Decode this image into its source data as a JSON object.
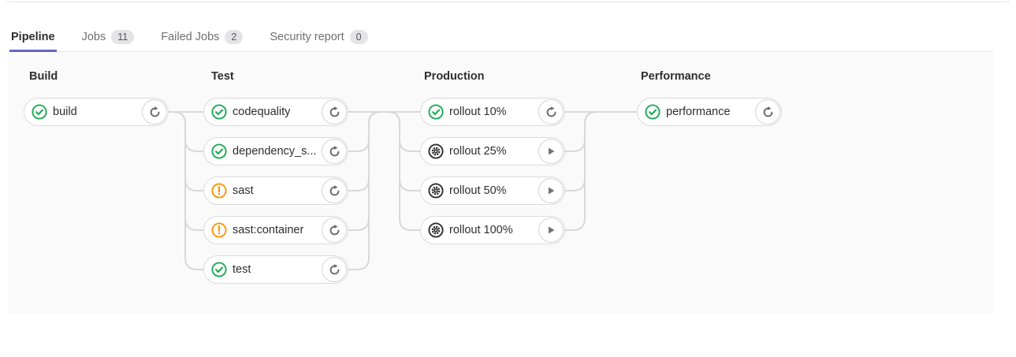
{
  "tabs": [
    {
      "label": "Pipeline",
      "active": true
    },
    {
      "label": "Jobs",
      "badge": "11",
      "active": false
    },
    {
      "label": "Failed Jobs",
      "badge": "2",
      "active": false
    },
    {
      "label": "Security report",
      "badge": "0",
      "active": false
    }
  ],
  "stages": [
    {
      "title": "Build",
      "jobs": [
        {
          "name": "build",
          "status": "success",
          "status_icon": "status-success-icon",
          "action": "retry",
          "action_icon": "retry-icon"
        }
      ]
    },
    {
      "title": "Test",
      "jobs": [
        {
          "name": "codequality",
          "status": "success",
          "status_icon": "status-success-icon",
          "action": "retry",
          "action_icon": "retry-icon"
        },
        {
          "name": "dependency_s...",
          "status": "success",
          "status_icon": "status-success-icon",
          "action": "retry",
          "action_icon": "retry-icon"
        },
        {
          "name": "sast",
          "status": "warning",
          "status_icon": "status-warning-icon",
          "action": "retry",
          "action_icon": "retry-icon"
        },
        {
          "name": "sast:container",
          "status": "warning",
          "status_icon": "status-warning-icon",
          "action": "retry",
          "action_icon": "retry-icon"
        },
        {
          "name": "test",
          "status": "success",
          "status_icon": "status-success-icon",
          "action": "retry",
          "action_icon": "retry-icon"
        }
      ]
    },
    {
      "title": "Production",
      "jobs": [
        {
          "name": "rollout 10%",
          "status": "success",
          "status_icon": "status-success-icon",
          "action": "retry",
          "action_icon": "retry-icon"
        },
        {
          "name": "rollout 25%",
          "status": "manual",
          "status_icon": "status-manual-icon",
          "action": "play",
          "action_icon": "play-icon"
        },
        {
          "name": "rollout 50%",
          "status": "manual",
          "status_icon": "status-manual-icon",
          "action": "play",
          "action_icon": "play-icon"
        },
        {
          "name": "rollout 100%",
          "status": "manual",
          "status_icon": "status-manual-icon",
          "action": "play",
          "action_icon": "play-icon"
        }
      ]
    },
    {
      "title": "Performance",
      "jobs": [
        {
          "name": "performance",
          "status": "success",
          "status_icon": "status-success-icon",
          "action": "retry",
          "action_icon": "retry-icon"
        }
      ]
    }
  ],
  "colors": {
    "success_green": "#1aaa55",
    "warning_orange": "#fc9403",
    "manual_dark": "#2e2e2e",
    "active_tab_indicator": "#6666c4",
    "graph_background": "#fafafa",
    "pill_border": "#dbdbdb",
    "connector_line": "#d9d9d9",
    "action_glyph_gray": "#666666"
  }
}
